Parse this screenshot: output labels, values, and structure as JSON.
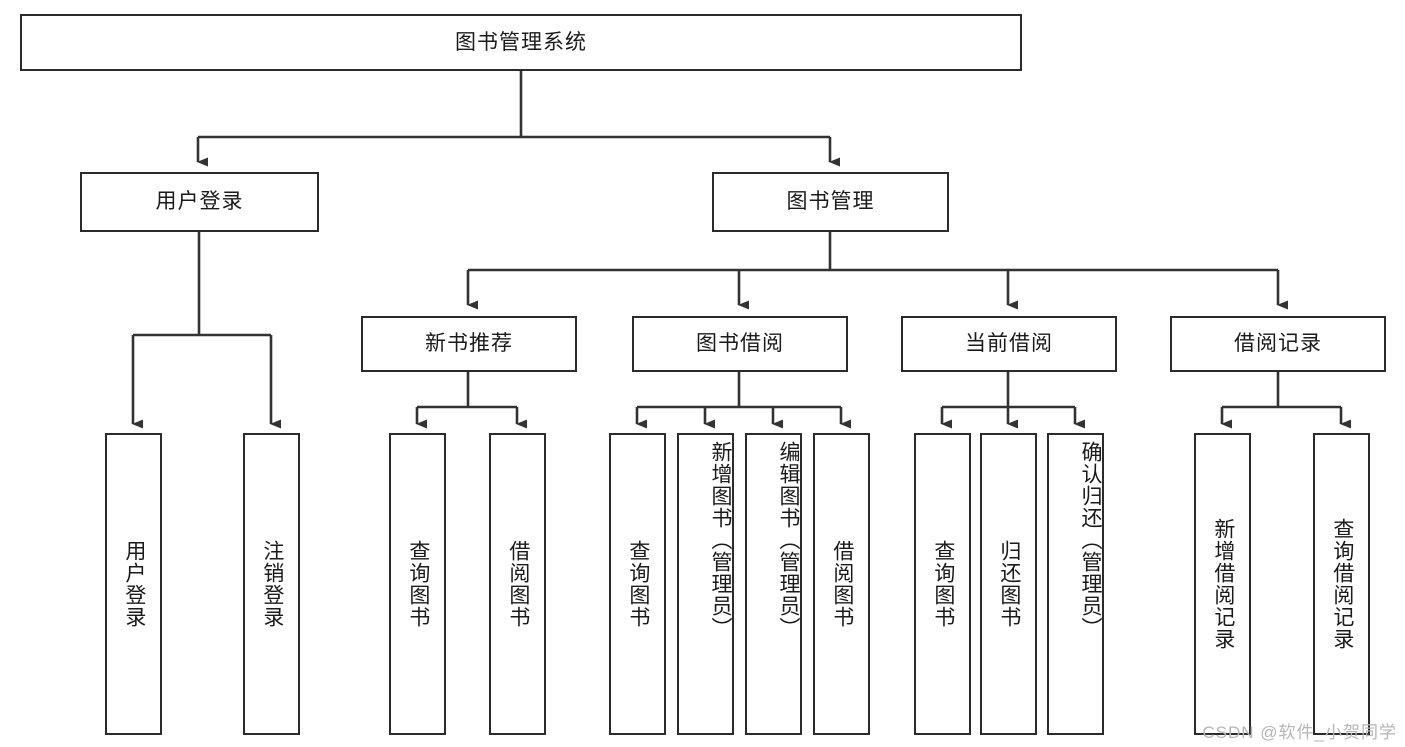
{
  "diagram": {
    "title": "图书管理系统",
    "type": "tree",
    "watermark": "CSDN @软件_小贺同学",
    "colors": {
      "box_border": "#2b2b2b",
      "box_fill": "#ffffff",
      "connector": "#333333",
      "text": "#1a1a1a",
      "watermark": "#b6b6b6"
    },
    "nodes": {
      "root": {
        "label": "图书管理系统"
      },
      "level2": [
        {
          "id": "user-login",
          "label": "用户登录"
        },
        {
          "id": "book-manage",
          "label": "图书管理"
        }
      ],
      "level3": [
        {
          "id": "new-book-recommend",
          "label": "新书推荐"
        },
        {
          "id": "book-borrow",
          "label": "图书借阅"
        },
        {
          "id": "current-borrow",
          "label": "当前借阅"
        },
        {
          "id": "borrow-record",
          "label": "借阅记录"
        }
      ],
      "leaves": {
        "user_login": [
          {
            "id": "leaf-user-login",
            "label": "用户登录"
          },
          {
            "id": "leaf-logout-login",
            "label": "注销登录"
          }
        ],
        "new_book_recommend": [
          {
            "id": "leaf-query-book-1",
            "label": "查询图书"
          },
          {
            "id": "leaf-borrow-book-1",
            "label": "借阅图书"
          }
        ],
        "book_borrow": [
          {
            "id": "leaf-query-book-2",
            "label": "查询图书"
          },
          {
            "id": "leaf-add-book",
            "label": "新增图书（管理员）"
          },
          {
            "id": "leaf-edit-book",
            "label": "编辑图书（管理员）"
          },
          {
            "id": "leaf-borrow-book-2",
            "label": "借阅图书"
          }
        ],
        "current_borrow": [
          {
            "id": "leaf-query-book-3",
            "label": "查询图书"
          },
          {
            "id": "leaf-return-book",
            "label": "归还图书"
          },
          {
            "id": "leaf-confirm-return",
            "label": "确认归还（管理员）"
          }
        ],
        "borrow_record": [
          {
            "id": "leaf-add-record",
            "label": "新增借阅记录"
          },
          {
            "id": "leaf-query-record",
            "label": "查询借阅记录"
          }
        ]
      }
    }
  }
}
